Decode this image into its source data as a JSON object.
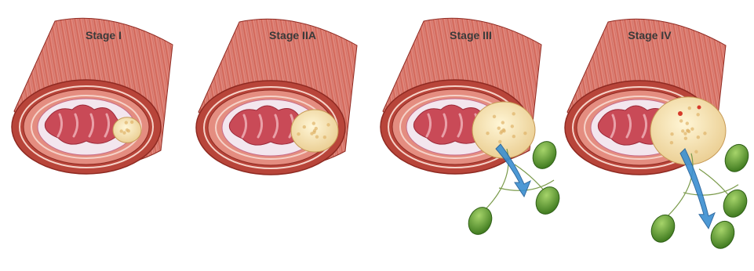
{
  "stages": [
    {
      "label": "Stage I"
    },
    {
      "label": "Stage IIA"
    },
    {
      "label": "Stage III"
    },
    {
      "label": "Stage IV"
    }
  ],
  "colors": {
    "muscle_outer": "#b8453a",
    "muscle_light": "#e48d80",
    "muscle_dark": "#8f2a22",
    "submucosa": "#f3e6ee",
    "lumen": "#c94a57",
    "tumor": "#f3dca0",
    "lymph_node": "#5c9a2e",
    "arrow": "#3a8fd1"
  }
}
